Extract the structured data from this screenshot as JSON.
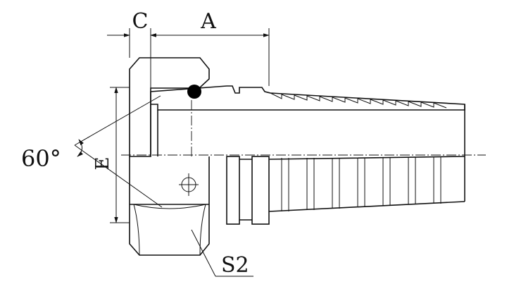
{
  "dimensions": {
    "c_label": "C",
    "a_label": "A",
    "e_label": "E"
  },
  "annotations": {
    "angle_label": "60°",
    "nut_size_label": "S2"
  }
}
